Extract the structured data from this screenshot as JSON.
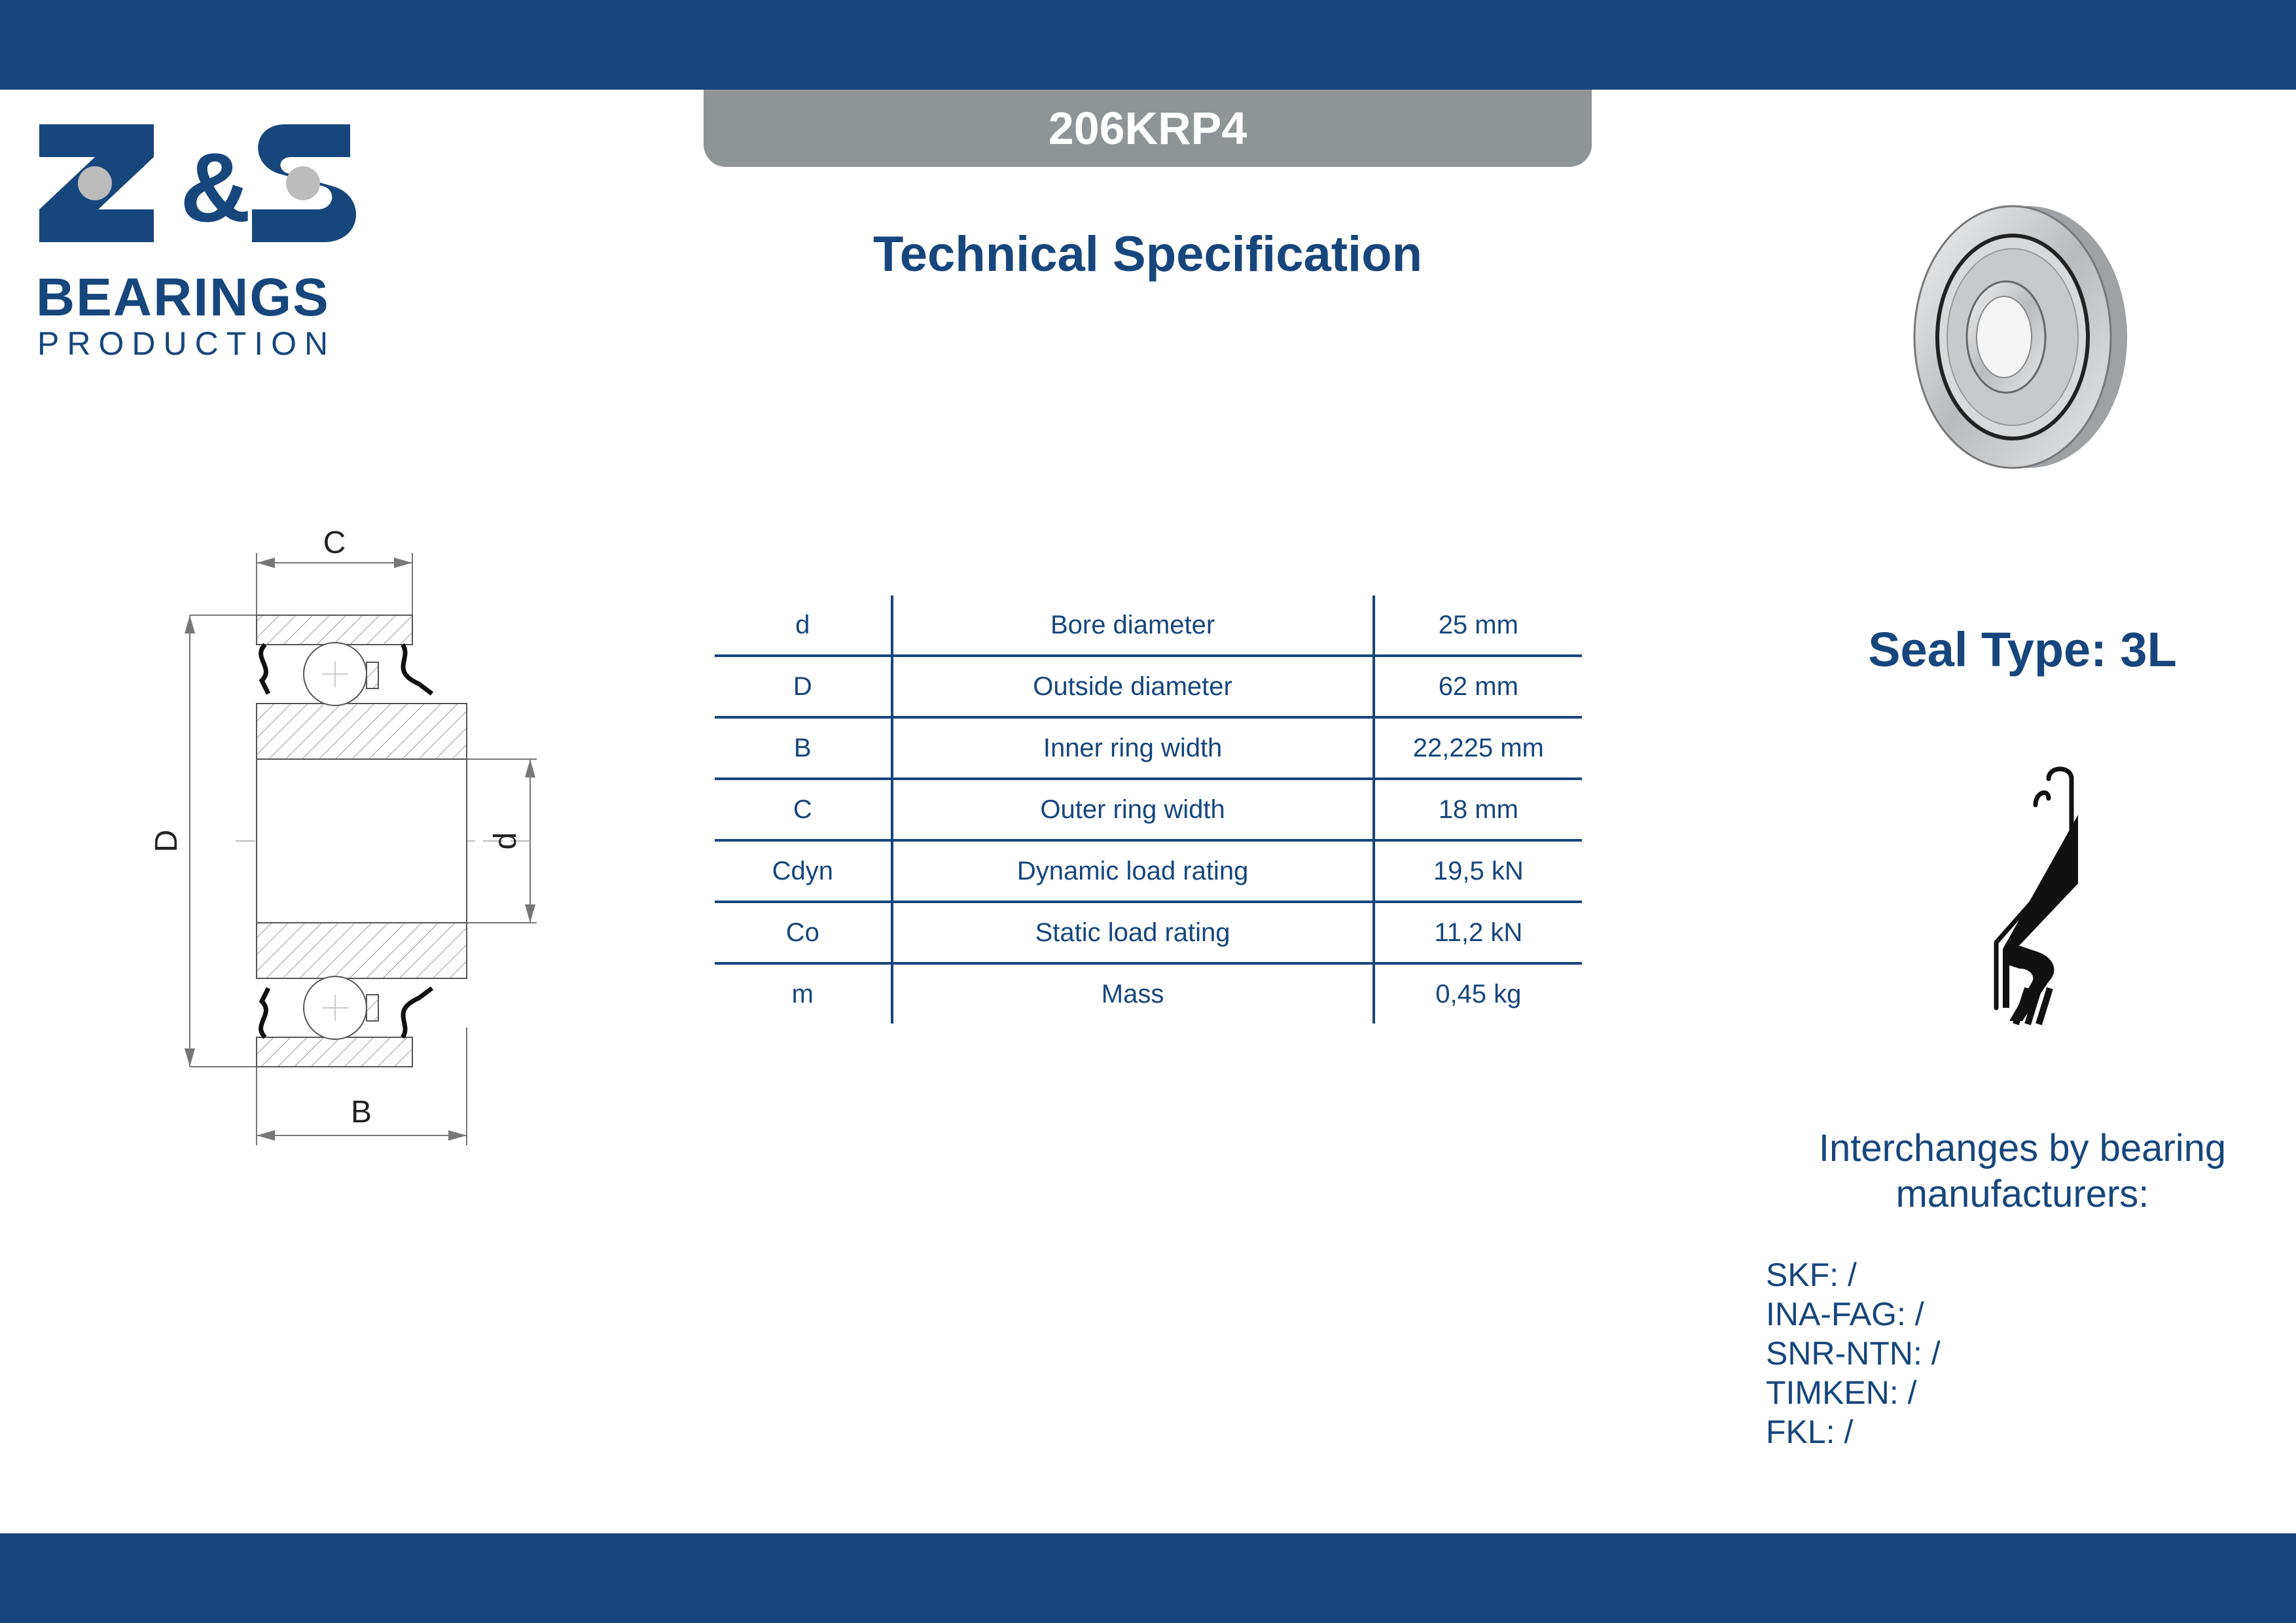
{
  "header": {
    "part_number": "206KRP4"
  },
  "heading": "Technical Specification",
  "logo": {
    "mark": "Z&S",
    "line1": "BEARINGS",
    "line2": "PRODUCTION"
  },
  "drawing": {
    "label_c": "C",
    "label_d_outer": "D",
    "label_d_bore": "d",
    "label_b": "B"
  },
  "specs": [
    {
      "symbol": "d",
      "name": "Bore diameter",
      "value": "25 mm"
    },
    {
      "symbol": "D",
      "name": "Outside diameter",
      "value": "62 mm"
    },
    {
      "symbol": "B",
      "name": "Inner ring width",
      "value": "22,225 mm"
    },
    {
      "symbol": "C",
      "name": "Outer ring width",
      "value": "18 mm"
    },
    {
      "symbol": "Cdyn",
      "name": "Dynamic load rating",
      "value": "19,5 kN"
    },
    {
      "symbol": "Co",
      "name": "Static load rating",
      "value": "11,2 kN"
    },
    {
      "symbol": "m",
      "name": "Mass",
      "value": "0,45 kg"
    }
  ],
  "seal": {
    "label": "Seal Type: 3L"
  },
  "interchanges": {
    "heading_line1": "Interchanges by bearing",
    "heading_line2": "manufacturers:",
    "items": [
      "SKF: /",
      "INA-FAG: /",
      "SNR-NTN: /",
      "TIMKEN: /",
      "FKL: /"
    ]
  },
  "colors": {
    "brand": "#16467c",
    "tab": "#8f9597"
  }
}
